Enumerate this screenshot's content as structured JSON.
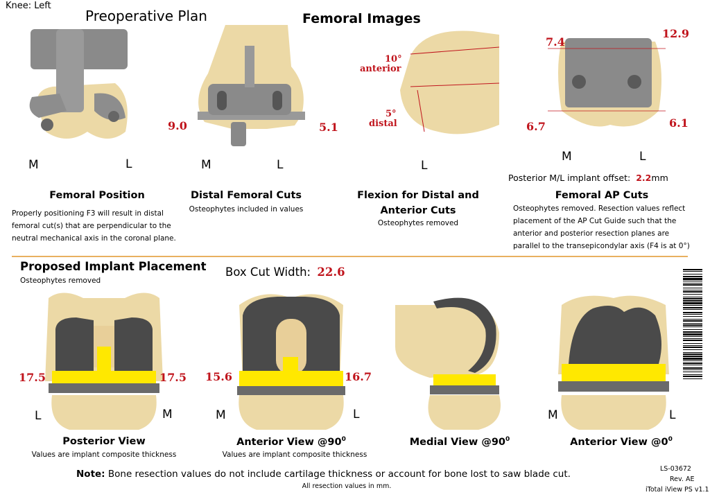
{
  "header": {
    "knee_side": "Knee: Left",
    "preop_title": "Preoperative Plan",
    "femoral_title": "Femoral Images"
  },
  "femoral": {
    "position": {
      "title": "Femoral Position",
      "m": "M",
      "l": "L",
      "desc_lines": [
        "Properly positioning F3 will result in distal",
        "femoral cut(s) that are perpendicular to the",
        "neutral mechanical axis in the coronal plane."
      ]
    },
    "distal": {
      "title": "Distal Femoral Cuts",
      "sub": "Osteophytes included in values",
      "left_value": "9.0",
      "right_value": "5.1",
      "m": "M",
      "l": "L"
    },
    "flexion": {
      "title_line1": "Flexion for Distal and",
      "title_line2": "Anterior Cuts",
      "sub": "Osteophytes removed",
      "anterior_deg": "10°",
      "anterior_label": "anterior",
      "distal_deg": "5°",
      "distal_label": "distal",
      "l": "L"
    },
    "ap": {
      "title": "Femoral AP Cuts",
      "tl": "7.4",
      "tr": "12.9",
      "bl": "6.7",
      "br": "6.1",
      "m": "M",
      "l": "L",
      "offset_label": "Posterior M/L implant offset:",
      "offset_value": "2.2",
      "offset_unit": "mm",
      "desc_lines": [
        "Osteophytes removed. Resection values reflect",
        "placement of the AP Cut Guide such that the",
        "anterior and posterior resection planes are",
        "parallel to the transepicondylar axis (F4 is at 0°)"
      ]
    }
  },
  "placement": {
    "title": "Proposed Implant Placement",
    "sub": "Osteophytes removed",
    "box_cut_label": "Box Cut Width:",
    "box_cut_value": "22.6",
    "views": [
      {
        "title": "Posterior View",
        "sub": "Values are implant composite thickness",
        "left_value": "17.5",
        "right_value": "17.5",
        "left_side": "L",
        "right_side": "M"
      },
      {
        "title": "Anterior View @90",
        "sup": "0",
        "sub": "Values are implant composite thickness",
        "left_value": "15.6",
        "right_value": "16.7",
        "left_side": "M",
        "right_side": "L"
      },
      {
        "title": "Medial View @90",
        "sup": "0"
      },
      {
        "title": "Anterior View @0",
        "sup": "0",
        "left_side": "M",
        "right_side": "L"
      }
    ]
  },
  "footer": {
    "note_label": "Note:",
    "note_text": " Bone resection values do not include cartilage thickness or account for bone lost to saw blade cut.",
    "units": "All resection values in mm.",
    "doc_id": "LS-03672",
    "rev": "Rev. AE",
    "version": "iTotal iView PS v1.1"
  },
  "colors": {
    "value_red": "#c0141c",
    "bone": "#ecd9a6",
    "implant_gray": "#4a4a4a",
    "insert_yellow": "#ffe800",
    "divider_orange": "#e8b060"
  }
}
